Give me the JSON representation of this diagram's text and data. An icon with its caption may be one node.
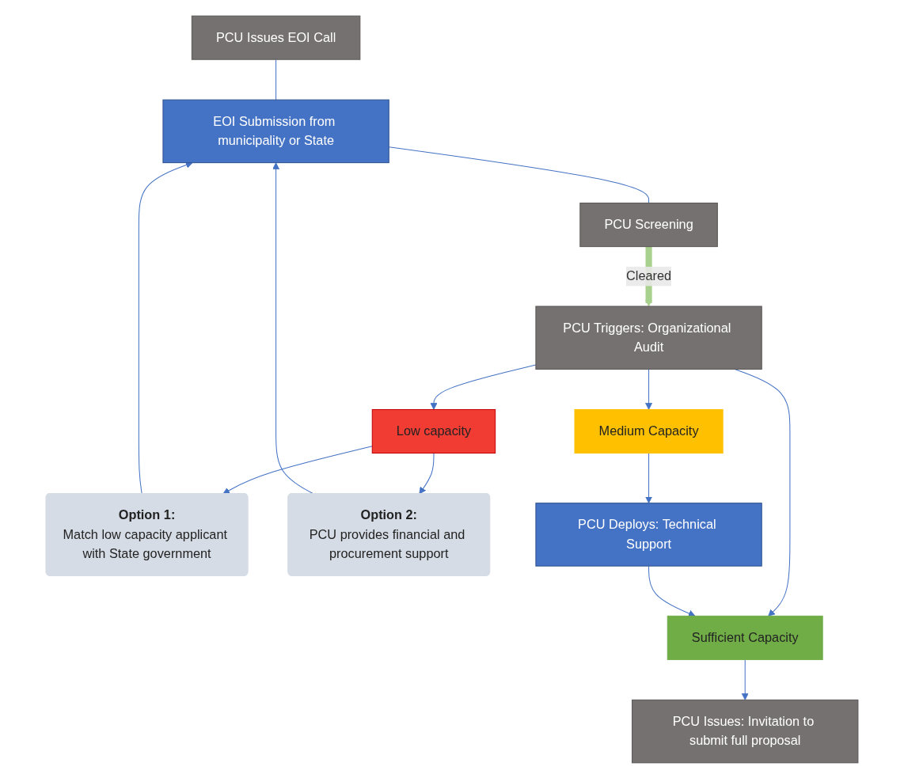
{
  "diagram": {
    "nodes": [
      {
        "text": [
          "PCU Issues EOI Call"
        ]
      },
      {
        "text": [
          "EOI Submission from municipality or State"
        ]
      },
      {
        "text": [
          "PCU Screening"
        ]
      },
      {
        "text": [
          "Option 1:",
          "Match low capacity applicant with State government"
        ]
      },
      {
        "text": [
          "Option 2:",
          "PCU provides financial and procurement support"
        ]
      },
      {
        "text": [
          "PCU Triggers: Organizational Audit"
        ]
      },
      {
        "text": [
          "Low capacity"
        ]
      },
      {
        "text": [
          "Medium Capacity"
        ]
      },
      {
        "text": [
          "Sufficient Capacity"
        ]
      },
      {
        "text": [
          "PCU Issues: Invitation to submit full proposal"
        ]
      },
      {
        "text": [
          "PCU Deploys: Technical Support"
        ]
      }
    ],
    "edges": [
      {
        "from": 0,
        "to": 1,
        "arrow": "none"
      },
      {
        "from": 1,
        "to": 2,
        "arrow": "none"
      },
      {
        "from": 2,
        "to": 5,
        "arrow": "to",
        "label": "Cleared",
        "style": "thick",
        "color": "#a9d18e"
      },
      {
        "from": 5,
        "to": 6,
        "arrow": "to"
      },
      {
        "from": 5,
        "to": 7,
        "arrow": "to"
      },
      {
        "from": 5,
        "to": 8,
        "arrow": "to"
      },
      {
        "from": 6,
        "to": 3,
        "arrow": "to"
      },
      {
        "from": 6,
        "to": 4,
        "arrow": "to"
      },
      {
        "from": 3,
        "to": 1,
        "arrow": "to"
      },
      {
        "from": 4,
        "to": 1,
        "arrow": "to"
      },
      {
        "from": 7,
        "to": 10,
        "arrow": "to"
      },
      {
        "from": 10,
        "to": 8,
        "arrow": "to"
      },
      {
        "from": 8,
        "to": 9,
        "arrow": "to"
      }
    ]
  }
}
